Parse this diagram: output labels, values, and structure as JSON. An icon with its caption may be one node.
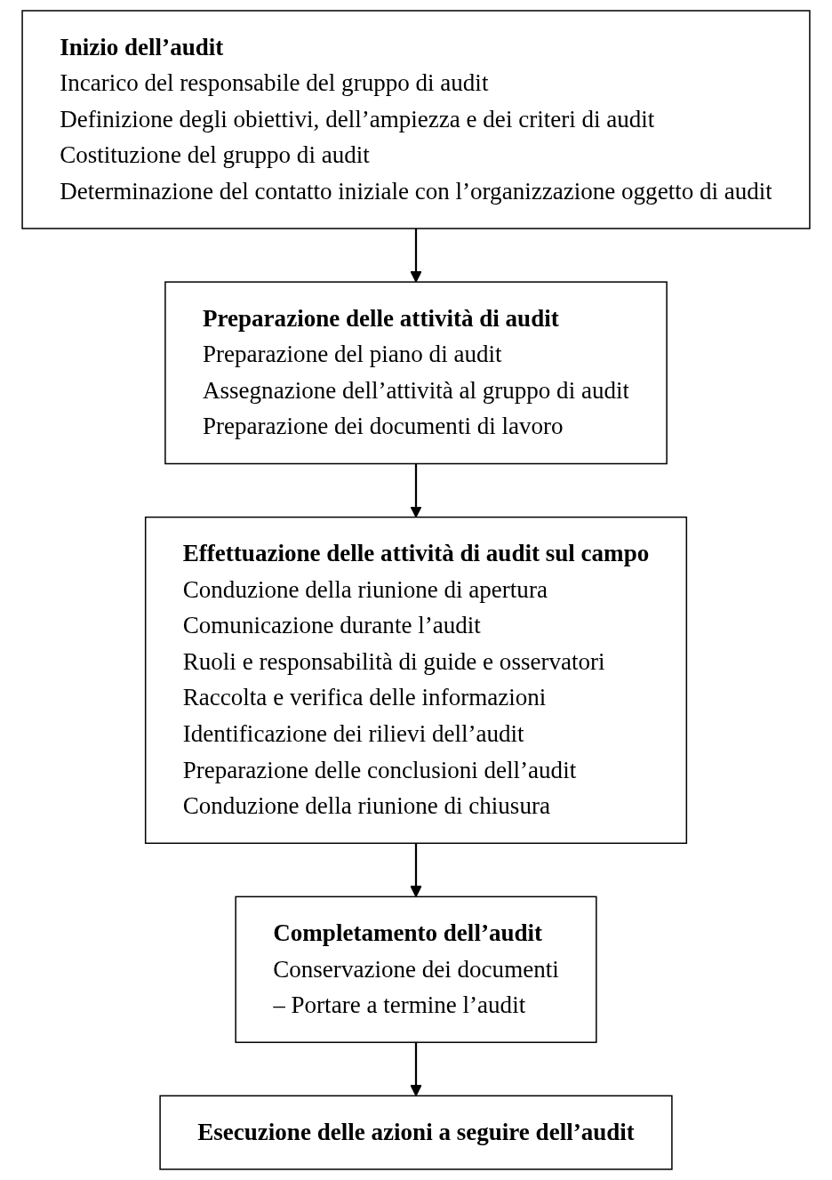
{
  "diagram": {
    "nodes": [
      {
        "text": [
          "Inizio dell’audit",
          "Incarico del responsabile del gruppo di audit",
          "Definizione degli obiettivi, dell’ampiezza e dei criteri di audit",
          "Costituzione del gruppo di audit",
          "Determinazione del contatto iniziale con l’organizzazione oggetto di audit"
        ]
      },
      {
        "text": [
          "Preparazione delle attività di audit",
          "Preparazione del piano di audit",
          "Assegnazione dell’attività al gruppo di audit",
          "Preparazione dei documenti di lavoro"
        ]
      },
      {
        "text": [
          "Effettuazione delle attività di audit sul campo",
          "Conduzione della riunione di apertura",
          "Comunicazione durante l’audit",
          "Ruoli e responsabilità di guide e osservatori",
          "Raccolta e verifica delle informazioni",
          "Identificazione dei rilievi dell’audit",
          "Preparazione delle conclusioni dell’audit",
          "Conduzione della riunione di chiusura"
        ]
      },
      {
        "text": [
          "Completamento dell’audit",
          "Conservazione dei documenti",
          "– Portare a termine l’audit"
        ]
      },
      {
        "text": [
          "Esecuzione delle azioni a seguire dell’audit"
        ]
      }
    ],
    "edges": [
      {
        "from": 0,
        "to": 1,
        "arrow": "to"
      },
      {
        "from": 1,
        "to": 2,
        "arrow": "to"
      },
      {
        "from": 2,
        "to": 3,
        "arrow": "to"
      },
      {
        "from": 3,
        "to": 4,
        "arrow": "to"
      }
    ]
  }
}
